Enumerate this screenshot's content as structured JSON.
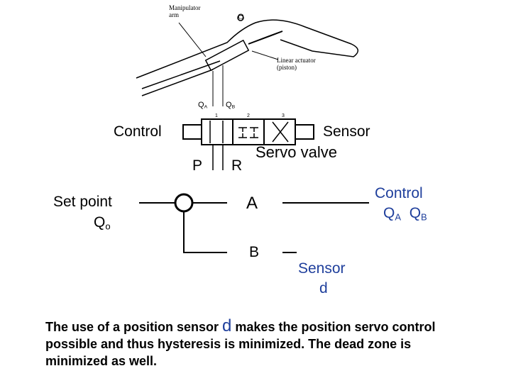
{
  "manipulator": {
    "arm_label_line1": "Manipulator",
    "arm_label_line2": "arm",
    "actuator_label_line1": "Linear actuator",
    "actuator_label_line2": "(piston)",
    "pivot_label": "O"
  },
  "valve": {
    "qa_letter": "Q",
    "qa_sub": "A",
    "qb_letter": "Q",
    "qb_sub": "B",
    "port_1": "1",
    "port_2": "2",
    "port_3": "3",
    "control_label": "Control",
    "sensor_label": "Sensor",
    "name": "Servo valve",
    "p_label": "P",
    "r_label": "R"
  },
  "loop": {
    "setpoint_line1": "Set point",
    "setpoint_q": "Q",
    "setpoint_sub": "o",
    "block_a": "A",
    "block_b": "B",
    "control_label": "Control",
    "control_qa": "Q",
    "control_qa_sub": "A",
    "control_qb": "Q",
    "control_qb_sub": "B",
    "sensor_label": "Sensor",
    "sensor_symbol": "d"
  },
  "caption": {
    "part1": "The use of a position sensor ",
    "symbol": "d",
    "part2": " makes the position servo control possible and thus hysteresis is minimized. The dead zone is minimized as well."
  },
  "colors": {
    "accent_blue": "#1f3f9c"
  }
}
